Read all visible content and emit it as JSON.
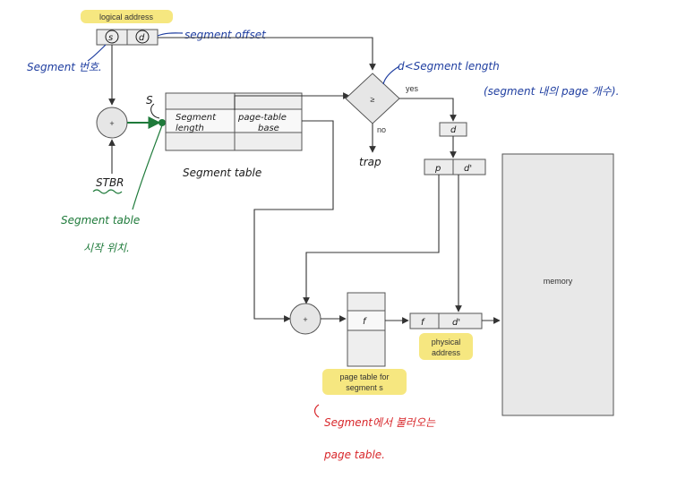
{
  "labels": {
    "logical_address": "logical address",
    "s": "s",
    "d": "d",
    "segment_offset": "segment offset",
    "segment_num": "Segment 번호.",
    "condition": "d<Segment length",
    "condition_note": "(segment 내의 page 개수).",
    "yes": "yes",
    "no": "no",
    "ge": "≥",
    "trap": "trap",
    "plus": "+",
    "stbr": "STBR",
    "seg_len_1": "Segment",
    "seg_len_2": "length",
    "pt_base_1": "page-table",
    "pt_base_2": "base",
    "segment_table": "Segment table",
    "segment_table_note_1": "Segment table",
    "segment_table_note_2": "시작 위치.",
    "d_box": "d",
    "p": "p",
    "d_prime": "d'",
    "f": "f",
    "physical_address_1": "physical",
    "physical_address_2": "address",
    "page_table_1": "page table for",
    "page_table_2": "segment s",
    "red_note_1": "Segment에서 불러오는",
    "red_note_2": "page table.",
    "memory": "memory",
    "s_mark": "S"
  },
  "colors": {
    "highlight": "#f4e36a",
    "blue_ink": "#1f3ea0",
    "green_ink": "#1e7a3a",
    "red_ink": "#d8262a"
  }
}
